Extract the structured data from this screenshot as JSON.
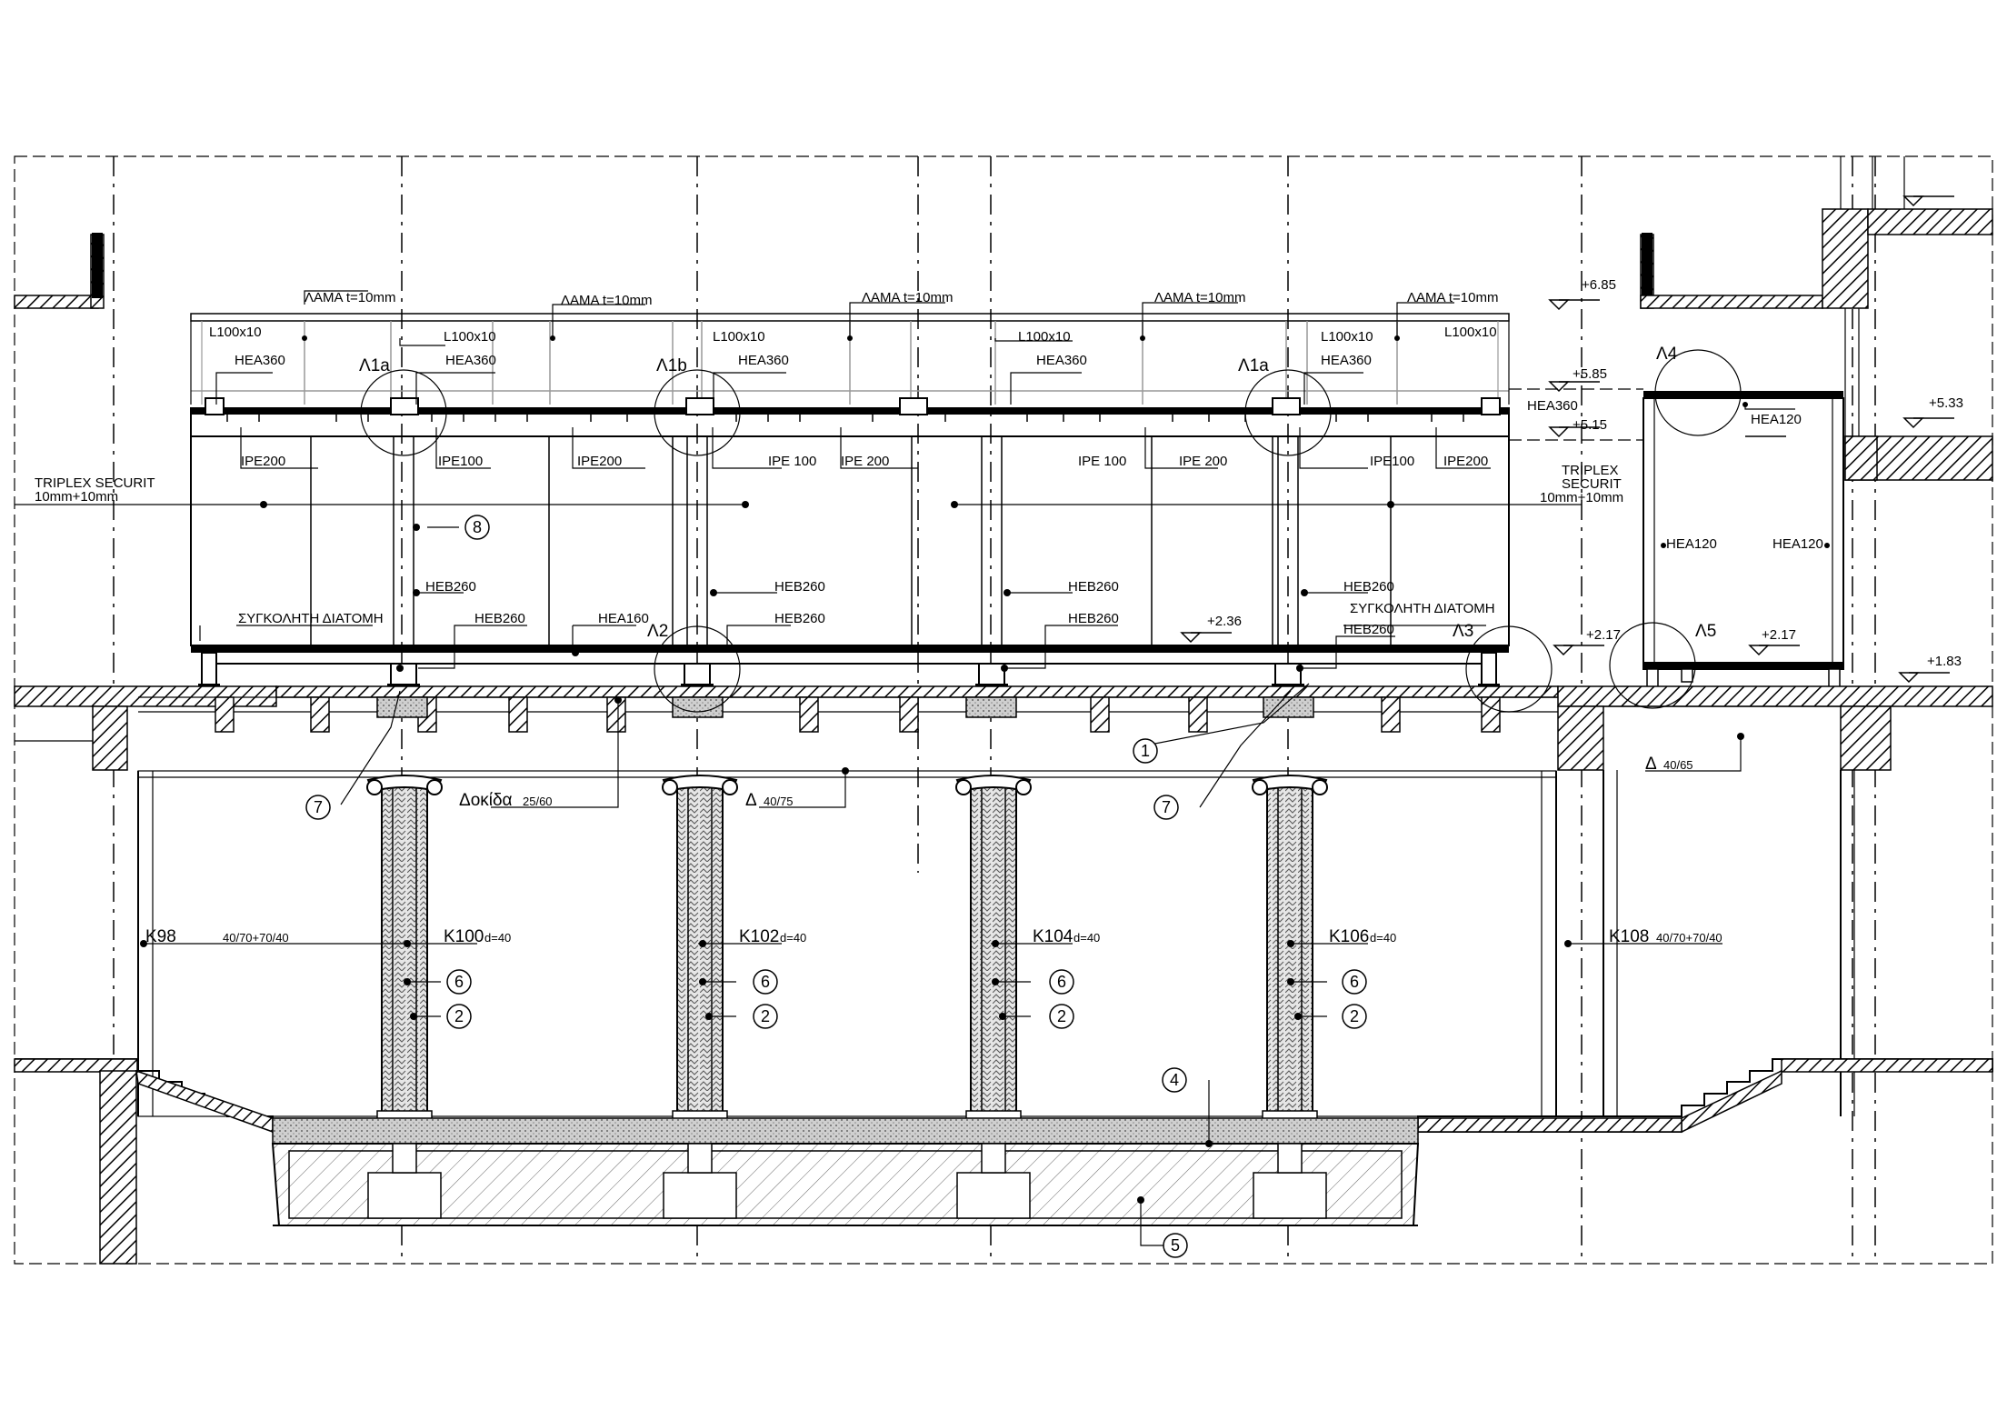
{
  "labels": {
    "lama_1": "ΛΑΜΑ t=10mm",
    "lama_2": "ΛΑΜΑ t=10mm",
    "lama_3": "ΛΑΜΑ t=10mm",
    "lama_4": "ΛΑΜΑ t=10mm",
    "lama_5": "ΛΑΜΑ t=10mm",
    "l100_1": "L100x10",
    "l100_2": "L100x10",
    "l100_3": "L100x10",
    "l100_4": "L100x10",
    "l100_5": "L100x10",
    "l100_6": "L100x10",
    "hea360_1": "HEA360",
    "hea360_2": "HEA360",
    "hea360_3": "HEA360",
    "hea360_4": "HEA360",
    "hea360_5": "HEA360",
    "hea360_right": "HEA360",
    "detail_l1a_left": "Λ1a",
    "detail_l1b": "Λ1b",
    "detail_l1a_right": "Λ1a",
    "detail_l2": "Λ2",
    "detail_l3": "Λ3",
    "detail_l4": "Λ4",
    "detail_l5": "Λ5",
    "ipe200_1": "IPE200",
    "ipe100_1": "IPE100",
    "ipe200_2": "IPE200",
    "ipe100_2": "IPE 100",
    "ipe200_3": "IPE 200",
    "ipe100_3": "IPE 100",
    "ipe200_4": "IPE 200",
    "ipe100_4": "IPE100",
    "ipe200_5": "IPE200",
    "triplex_left_1": "TRIPLEX  SECURIT",
    "triplex_left_2": "10mm+10mm",
    "triplex_right_1": "TRIPLEX",
    "triplex_right_2": "SECURIT",
    "triplex_right_3": "10mm+10mm",
    "heb260_1": "HEB260",
    "heb260_2": "HEB260",
    "heb260_3": "HEB260",
    "heb260_4": "HEB260",
    "heb260_5": "HEB260",
    "heb260_6": "HEB260",
    "heb260_7": "HEB260",
    "heb260_8": "HEB260",
    "hea160": "HEA160",
    "welded_left": "ΣΥΓΚΟΛΗΤΗ ΔΙΑΤΟΜΗ",
    "welded_right": "ΣΥΓΚΟΛΗΤΗ ΔΙΑΤΟΜΗ",
    "hea120_top": "HEA120",
    "hea120_left": "HEA120",
    "hea120_right": "HEA120",
    "lvl_685": "+6.85",
    "lvl_585": "+5.85",
    "lvl_515": "+5.15",
    "lvl_533": "+5.33",
    "lvl_236": "+2.36",
    "lvl_217a": "+2.17",
    "lvl_217b": "+2.17",
    "lvl_183": "+1.83",
    "beam_dokida": "Δοκίδα",
    "beam_dokida_size": "25/60",
    "beam_d": "Δ",
    "beam_d_size": "40/75",
    "beam_d2": "Δ",
    "beam_d2_size": "40/65",
    "col_k98": "Κ98",
    "col_k98_size": "40/70+70/40",
    "col_k100": "Κ100",
    "col_k100_size": "d=40",
    "col_k102": "Κ102",
    "col_k102_size": "d=40",
    "col_k104": "Κ104",
    "col_k104_size": "d=40",
    "col_k106": "Κ106",
    "col_k106_size": "d=40",
    "col_k108": "Κ108",
    "col_k108_size": "40/70+70/40"
  },
  "callouts": {
    "c1": "1",
    "c2a": "2",
    "c2b": "2",
    "c2c": "2",
    "c2d": "2",
    "c4": "4",
    "c5": "5",
    "c6a": "6",
    "c6b": "6",
    "c6c": "6",
    "c6d": "6",
    "c7a": "7",
    "c7b": "7",
    "c8": "8"
  }
}
